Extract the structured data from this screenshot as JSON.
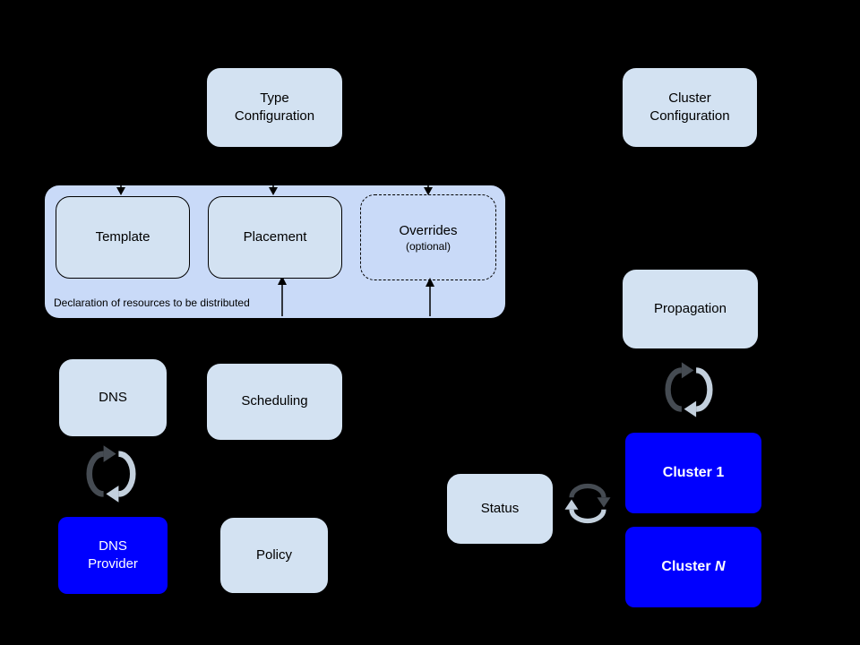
{
  "colors": {
    "background": "#000000",
    "container_fill": "#c9daf8",
    "box_fill": "#d3e2f2",
    "accent_blue": "#0000ff",
    "line": "#000000",
    "text_dark": "#000000",
    "text_light": "#ffffff",
    "sync_dark": "#454b52",
    "sync_light": "#c3d0dd"
  },
  "nodes": {
    "type_configuration": {
      "label": "Type\nConfiguration"
    },
    "cluster_configuration": {
      "label": "Cluster\nConfiguration"
    },
    "template": {
      "label": "Template"
    },
    "placement": {
      "label": "Placement"
    },
    "overrides": {
      "label": "Overrides",
      "sublabel": "(optional)"
    },
    "container_caption": "Declaration of resources to be distributed",
    "dns": {
      "label": "DNS"
    },
    "scheduling": {
      "label": "Scheduling"
    },
    "propagation": {
      "label": "Propagation"
    },
    "dns_provider": {
      "label": "DNS\nProvider"
    },
    "policy": {
      "label": "Policy"
    },
    "status": {
      "label": "Status"
    },
    "cluster_1": {
      "label": "Cluster 1"
    },
    "cluster_n": {
      "prefix": "Cluster ",
      "suffix": "N"
    }
  },
  "icons": {
    "sync": "sync-icon"
  }
}
